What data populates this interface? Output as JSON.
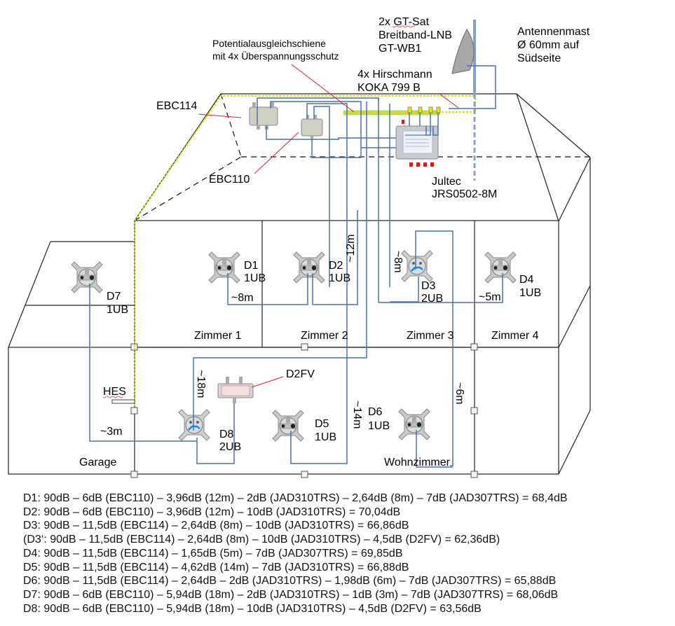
{
  "labels": {
    "lnb": [
      "2x GT-Sat",
      "Breitband-LNB",
      "GT-WB1"
    ],
    "mast": [
      "Antennenmast",
      "Ø 60mm auf",
      "Südseite"
    ],
    "potential_rail": [
      "Potentialausgleichschiene",
      "mit 4x Überspannungsschutz"
    ],
    "coax_surge": [
      "4x Hirschmann",
      "KOKA 799 B"
    ],
    "ebc114": "EBC114",
    "ebc110": "EBC110",
    "multiswitch": [
      "Jultec",
      "JRS0502-8M"
    ],
    "hes": "HES",
    "d2fv": "D2FV"
  },
  "rooms": [
    {
      "id": "zimmer1",
      "name": "Zimmer 1"
    },
    {
      "id": "zimmer2",
      "name": "Zimmer 2"
    },
    {
      "id": "zimmer3",
      "name": "Zimmer 3"
    },
    {
      "id": "zimmer4",
      "name": "Zimmer 4"
    },
    {
      "id": "garage",
      "name": "Garage"
    },
    {
      "id": "wohnzimmer",
      "name": "Wohnzimmer"
    }
  ],
  "outlets": [
    {
      "id": "D1",
      "type": "1UB"
    },
    {
      "id": "D2",
      "type": "1UB"
    },
    {
      "id": "D3",
      "type": "2UB"
    },
    {
      "id": "D4",
      "type": "1UB"
    },
    {
      "id": "D5",
      "type": "1UB"
    },
    {
      "id": "D6",
      "type": "1UB"
    },
    {
      "id": "D7",
      "type": "1UB"
    },
    {
      "id": "D8",
      "type": "2UB"
    }
  ],
  "cable_lengths": {
    "d1": "~8m",
    "d2": "~12m",
    "d3": "~8m",
    "d4": "~5m",
    "d5": "~14m",
    "d6": "~6m",
    "d7": "~3m",
    "d8": "~18m"
  },
  "calculations": [
    "D1: 90dB – 6dB (EBC110) – 3,96dB (12m) – 2dB (JAD310TRS) – 2,64dB (8m) – 7dB (JAD307TRS) = 68,4dB",
    "D2: 90dB – 6dB (EBC110) – 3,96dB (12m) – 10dB (JAD310TRS) = 70,04dB",
    "D3: 90dB – 11,5dB (EBC114) – 2,64dB (8m) – 10dB (JAD310TRS) = 66,86dB",
    "(D3‘: 90dB – 11,5dB (EBC114) – 2,64dB (8m) – 10dB (JAD310TRS) – 4,5dB (D2FV) = 62,36dB)",
    "D4: 90dB – 11,5dB (EBC114) – 1,65dB (5m) – 7dB (JAD307TRS) = 69,85dB",
    "D5: 90dB – 11,5dB (EBC114) – 4,62dB (14m) – 7dB (JAD310TRS) = 66,88dB",
    "D6: 90dB – 11,5dB (EBC114) – 2,64dB – 2dB (JAD310TRS) – 1,98dB (6m) – 7dB (JAD307TRS) = 65,88dB",
    "D7: 90dB – 6dB (EBC110) – 5,94dB (18m) – 2dB (JAD310TRS) – 1dB (3m) – 7dB (JAD307TRS) = 68,06dB",
    "D8: 90dB – 6dB (EBC110) – 5,94dB (18m) – 10dB (JAD310TRS) – 4,5dB (D2FV) = 63,56dB"
  ],
  "colors": {
    "cable": "#4a72b0",
    "pointer": "#e02020",
    "ground": "#c8e400",
    "rail_glow": "#7fd04a",
    "port_red": "#e01818"
  }
}
